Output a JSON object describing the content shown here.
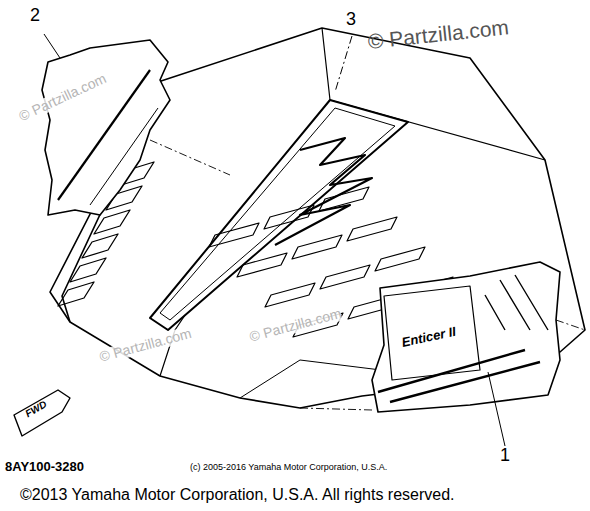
{
  "diagram": {
    "labels": [
      "2",
      "3",
      "1",
      "© Partzilla.com",
      "© Partzilla.com",
      "© Partzilla.com",
      "© Partzilla.com",
      "Enticer II",
      "FWD",
      "8AY100-3280",
      "(c) 2005-2016 Yamaha Motor Corporation, U.S.A.",
      "©2013 Yamaha Motor Corporation, U.S.A. All rights reserved."
    ]
  }
}
